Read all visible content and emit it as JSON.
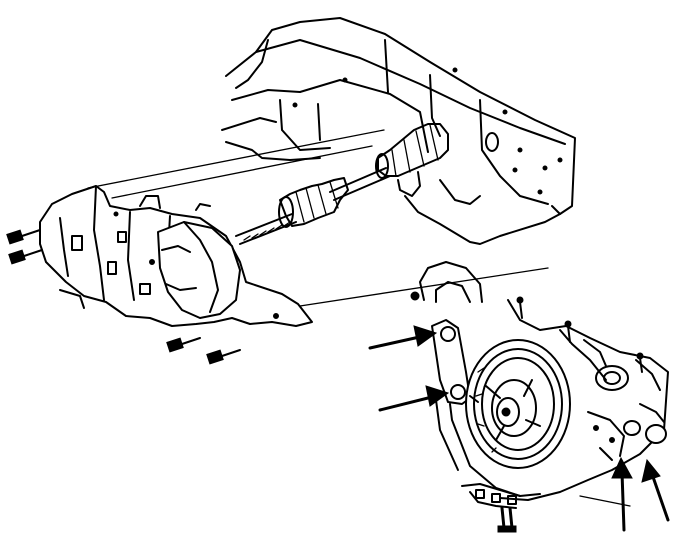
{
  "figure": {
    "colors": {
      "line": "#000000",
      "background": "#ffffff"
    },
    "callout_arrows": [
      {
        "id": "arrow-1",
        "direction": "right"
      },
      {
        "id": "arrow-2",
        "direction": "right"
      },
      {
        "id": "arrow-3",
        "direction": "up"
      },
      {
        "id": "arrow-4",
        "direction": "up"
      }
    ],
    "components": [
      "frame-rail",
      "drive-axle",
      "cv-boot-outer",
      "cv-boot-inner",
      "splash-shield",
      "mounting-bolts",
      "crankshaft-pulley",
      "engine-mount-bracket"
    ]
  }
}
